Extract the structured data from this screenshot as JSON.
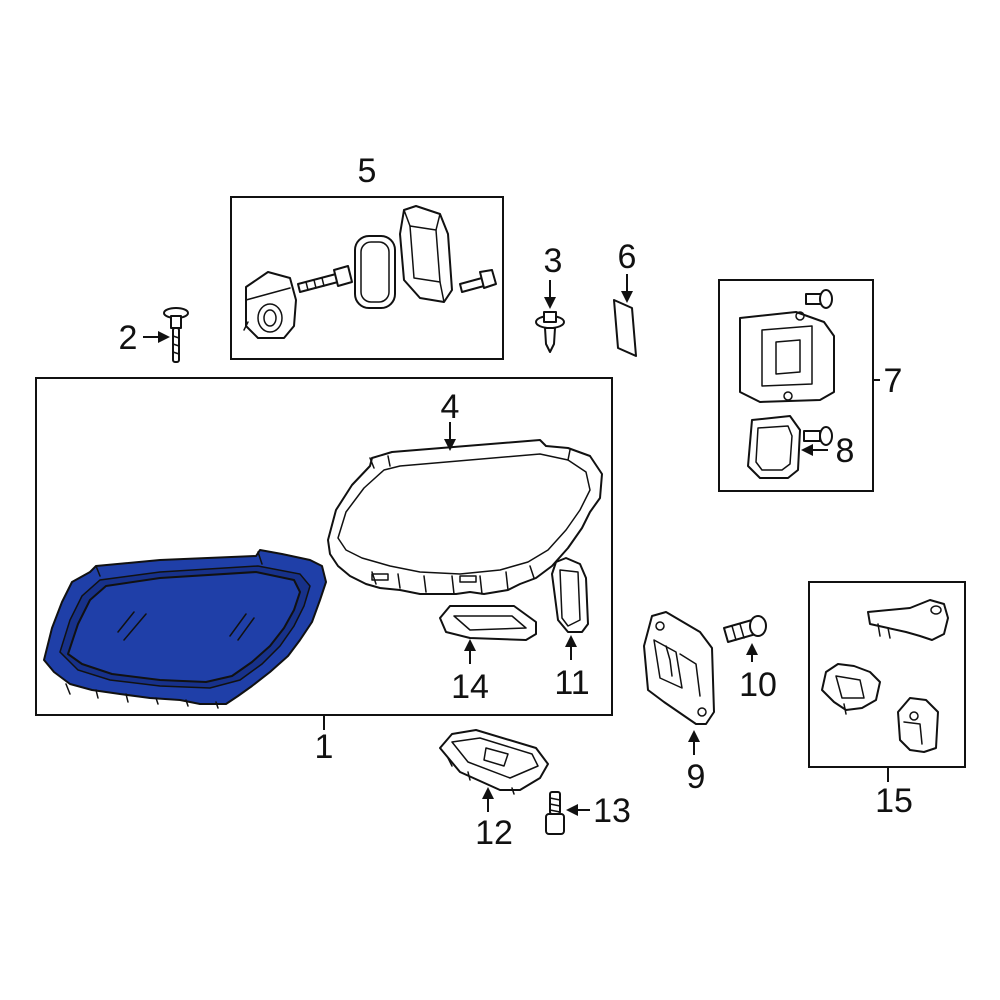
{
  "colors": {
    "highlight": "#1f3fa8",
    "line": "#111111",
    "background": "#ffffff"
  },
  "callouts": {
    "c1": "1",
    "c2": "2",
    "c3": "3",
    "c4": "4",
    "c5": "5",
    "c6": "6",
    "c7": "7",
    "c8": "8",
    "c9": "9",
    "c10": "10",
    "c11": "11",
    "c12": "12",
    "c13": "13",
    "c14": "14",
    "c15": "15"
  }
}
